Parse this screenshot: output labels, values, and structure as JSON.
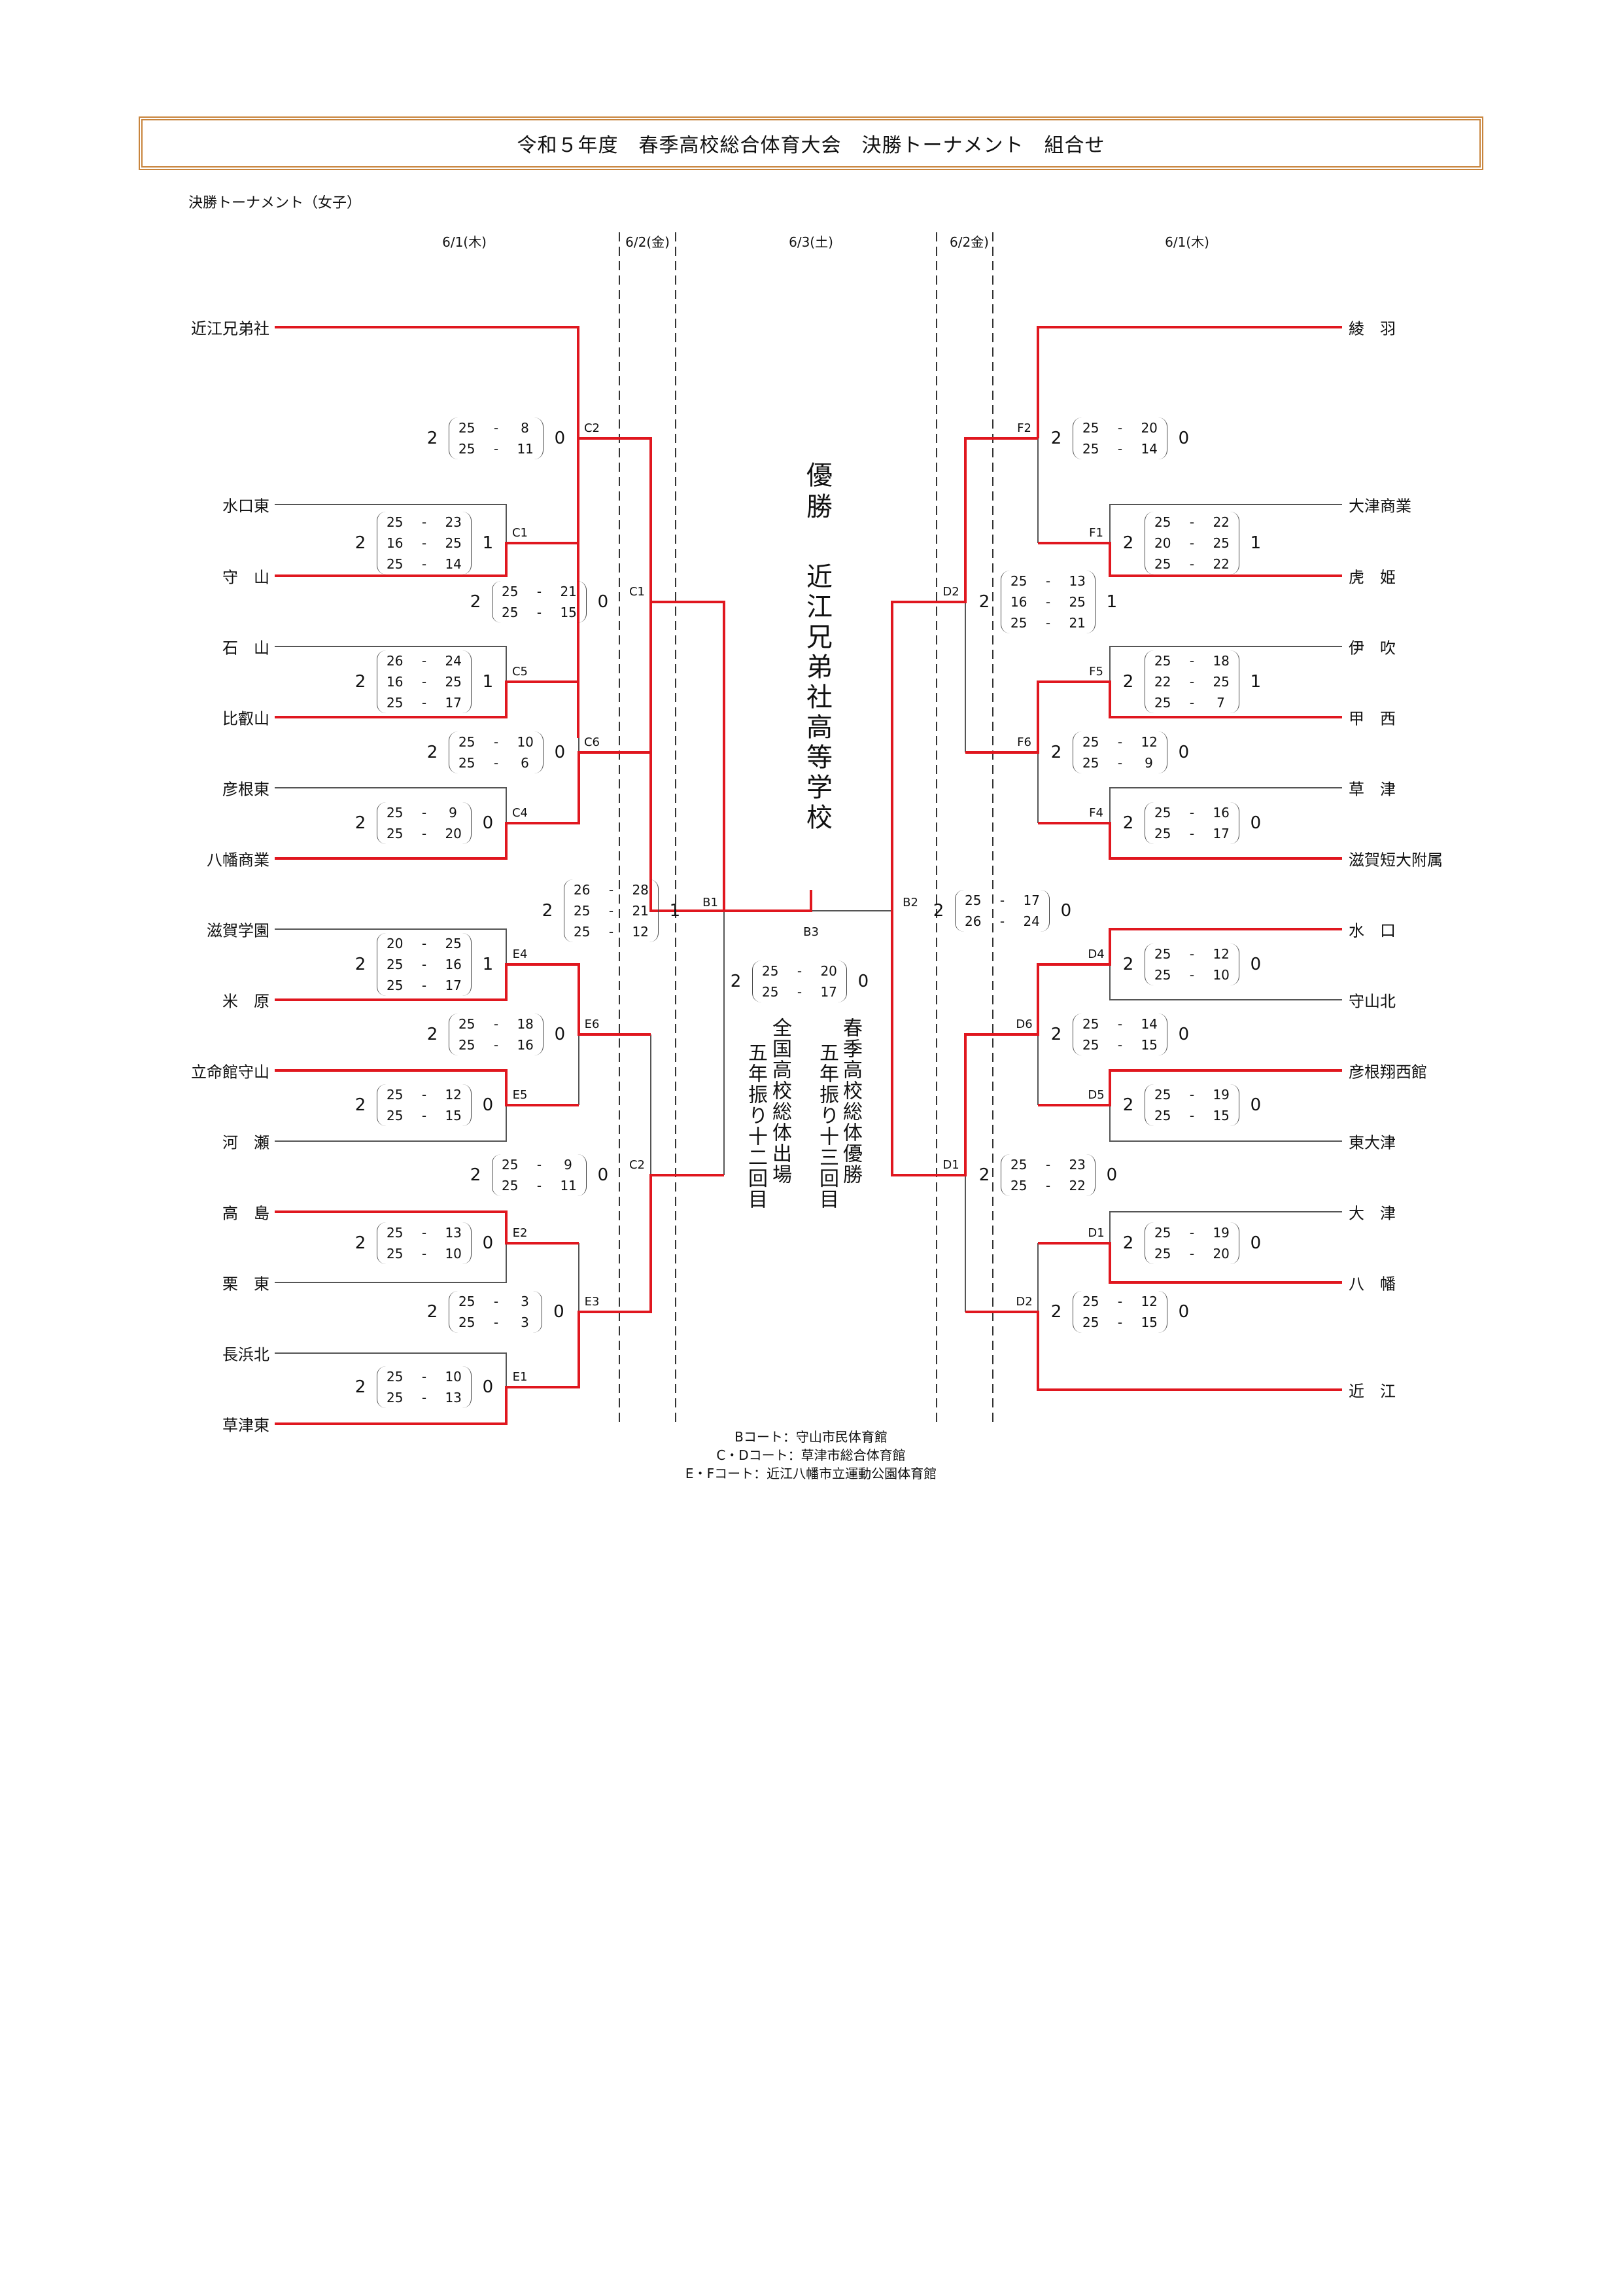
{
  "header": {
    "title": "令和５年度　春季高校総合体育大会　決勝トーナメント　組合せ",
    "subtitle": "決勝トーナメント（女子）"
  },
  "dates": {
    "left_r1": "6/1(木)",
    "left_r3": "6/2(金)",
    "final": "6/3(土)",
    "right_r3": "6/2金)",
    "right_r1": "6/1(木)"
  },
  "colors": {
    "winner_line": "#e0171f",
    "loser_line": "#555555",
    "title_border": "#c8843c"
  },
  "left_teams": [
    "近江兄弟社",
    "水口東",
    "守　山",
    "石　山",
    "比叡山",
    "彦根東",
    "八幡商業",
    "滋賀学園",
    "米　原",
    "立命館守山",
    "河　瀬",
    "高　島",
    "栗　東",
    "長浜北",
    "草津東"
  ],
  "right_teams": [
    "綾　羽",
    "大津商業",
    "虎　姫",
    "伊　吹",
    "甲　西",
    "草　津",
    "滋賀短大附属",
    "水　口",
    "守山北",
    "彦根翔西館",
    "東大津",
    "大　津",
    "八　幡",
    "近　江"
  ],
  "matches": {
    "C1_left": {
      "code": "C1",
      "w": "2",
      "l": "1",
      "sets": [
        [
          "25",
          "23"
        ],
        [
          "16",
          "25"
        ],
        [
          "25",
          "14"
        ]
      ]
    },
    "C2_left": {
      "code": "C2",
      "w": "2",
      "l": "0",
      "sets": [
        [
          "25",
          "8"
        ],
        [
          "25",
          "11"
        ]
      ]
    },
    "C5": {
      "code": "C5",
      "w": "2",
      "l": "1",
      "sets": [
        [
          "26",
          "24"
        ],
        [
          "16",
          "25"
        ],
        [
          "25",
          "17"
        ]
      ]
    },
    "C4": {
      "code": "C4",
      "w": "2",
      "l": "0",
      "sets": [
        [
          "25",
          "9"
        ],
        [
          "25",
          "20"
        ]
      ]
    },
    "C6": {
      "code": "C6",
      "w": "2",
      "l": "0",
      "sets": [
        [
          "25",
          "10"
        ],
        [
          "25",
          "6"
        ]
      ]
    },
    "C1_upper": {
      "code": "C1",
      "w": "2",
      "l": "0",
      "sets": [
        [
          "25",
          "21"
        ],
        [
          "25",
          "15"
        ]
      ]
    },
    "B1": {
      "code": "B1",
      "w": "2",
      "l": "1",
      "sets": [
        [
          "26",
          "28"
        ],
        [
          "25",
          "21"
        ],
        [
          "25",
          "12"
        ]
      ]
    },
    "E4": {
      "code": "E4",
      "w": "2",
      "l": "1",
      "sets": [
        [
          "20",
          "25"
        ],
        [
          "25",
          "16"
        ],
        [
          "25",
          "17"
        ]
      ]
    },
    "E5": {
      "code": "E5",
      "w": "2",
      "l": "0",
      "sets": [
        [
          "25",
          "12"
        ],
        [
          "25",
          "15"
        ]
      ]
    },
    "E6": {
      "code": "E6",
      "w": "2",
      "l": "0",
      "sets": [
        [
          "25",
          "18"
        ],
        [
          "25",
          "16"
        ]
      ]
    },
    "C2_lower": {
      "code": "C2",
      "w": "2",
      "l": "0",
      "sets": [
        [
          "25",
          "9"
        ],
        [
          "25",
          "11"
        ]
      ]
    },
    "E2": {
      "code": "E2",
      "w": "2",
      "l": "0",
      "sets": [
        [
          "25",
          "13"
        ],
        [
          "25",
          "10"
        ]
      ]
    },
    "E1": {
      "code": "E1",
      "w": "2",
      "l": "0",
      "sets": [
        [
          "25",
          "10"
        ],
        [
          "25",
          "13"
        ]
      ]
    },
    "E3": {
      "code": "E3",
      "w": "2",
      "l": "0",
      "sets": [
        [
          "25",
          "3"
        ],
        [
          "25",
          "3"
        ]
      ]
    },
    "B3": {
      "code": "B3",
      "w": "2",
      "l": "0",
      "sets": [
        [
          "25",
          "20"
        ],
        [
          "25",
          "17"
        ]
      ]
    },
    "F2": {
      "code": "F2",
      "w": "2",
      "l": "0",
      "sets": [
        [
          "25",
          "20"
        ],
        [
          "25",
          "14"
        ]
      ]
    },
    "F1": {
      "code": "F1",
      "w": "2",
      "l": "1",
      "sets": [
        [
          "25",
          "22"
        ],
        [
          "20",
          "25"
        ],
        [
          "25",
          "22"
        ]
      ]
    },
    "D2_upper": {
      "code": "D2",
      "w": "2",
      "l": "1",
      "sets": [
        [
          "25",
          "13"
        ],
        [
          "16",
          "25"
        ],
        [
          "25",
          "21"
        ]
      ]
    },
    "F5": {
      "code": "F5",
      "w": "2",
      "l": "1",
      "sets": [
        [
          "25",
          "18"
        ],
        [
          "22",
          "25"
        ],
        [
          "25",
          "7"
        ]
      ]
    },
    "F6": {
      "code": "F6",
      "w": "2",
      "l": "0",
      "sets": [
        [
          "25",
          "12"
        ],
        [
          "25",
          "9"
        ]
      ]
    },
    "F4": {
      "code": "F4",
      "w": "2",
      "l": "0",
      "sets": [
        [
          "25",
          "16"
        ],
        [
          "25",
          "17"
        ]
      ]
    },
    "B2": {
      "code": "B2",
      "w": "2",
      "l": "0",
      "sets": [
        [
          "25",
          "17"
        ],
        [
          "26",
          "24"
        ]
      ]
    },
    "D4": {
      "code": "D4",
      "w": "2",
      "l": "0",
      "sets": [
        [
          "25",
          "12"
        ],
        [
          "25",
          "10"
        ]
      ]
    },
    "D6": {
      "code": "D6",
      "w": "2",
      "l": "0",
      "sets": [
        [
          "25",
          "14"
        ],
        [
          "25",
          "15"
        ]
      ]
    },
    "D5": {
      "code": "D5",
      "w": "2",
      "l": "0",
      "sets": [
        [
          "25",
          "19"
        ],
        [
          "25",
          "15"
        ]
      ]
    },
    "D1_upper": {
      "code": "D1",
      "w": "2",
      "l": "0",
      "sets": [
        [
          "25",
          "23"
        ],
        [
          "25",
          "22"
        ]
      ]
    },
    "D1_lower": {
      "code": "D1",
      "w": "2",
      "l": "0",
      "sets": [
        [
          "25",
          "19"
        ],
        [
          "25",
          "20"
        ]
      ]
    },
    "D2_lower": {
      "code": "D2",
      "w": "2",
      "l": "0",
      "sets": [
        [
          "25",
          "12"
        ],
        [
          "25",
          "15"
        ]
      ]
    }
  },
  "champion": {
    "label": "優勝",
    "name": "近江兄弟社高等学校",
    "note1_a": "春季高校総体優勝",
    "note1_b": "五年振り十三回目",
    "note2_a": "全国高校総体出場",
    "note2_b": "五年振り十二回目"
  },
  "venues": [
    "Bコート：守山市民体育館",
    "C・Dコート：草津市総合体育館",
    "E・Fコート：近江八幡市立運動公園体育館"
  ]
}
